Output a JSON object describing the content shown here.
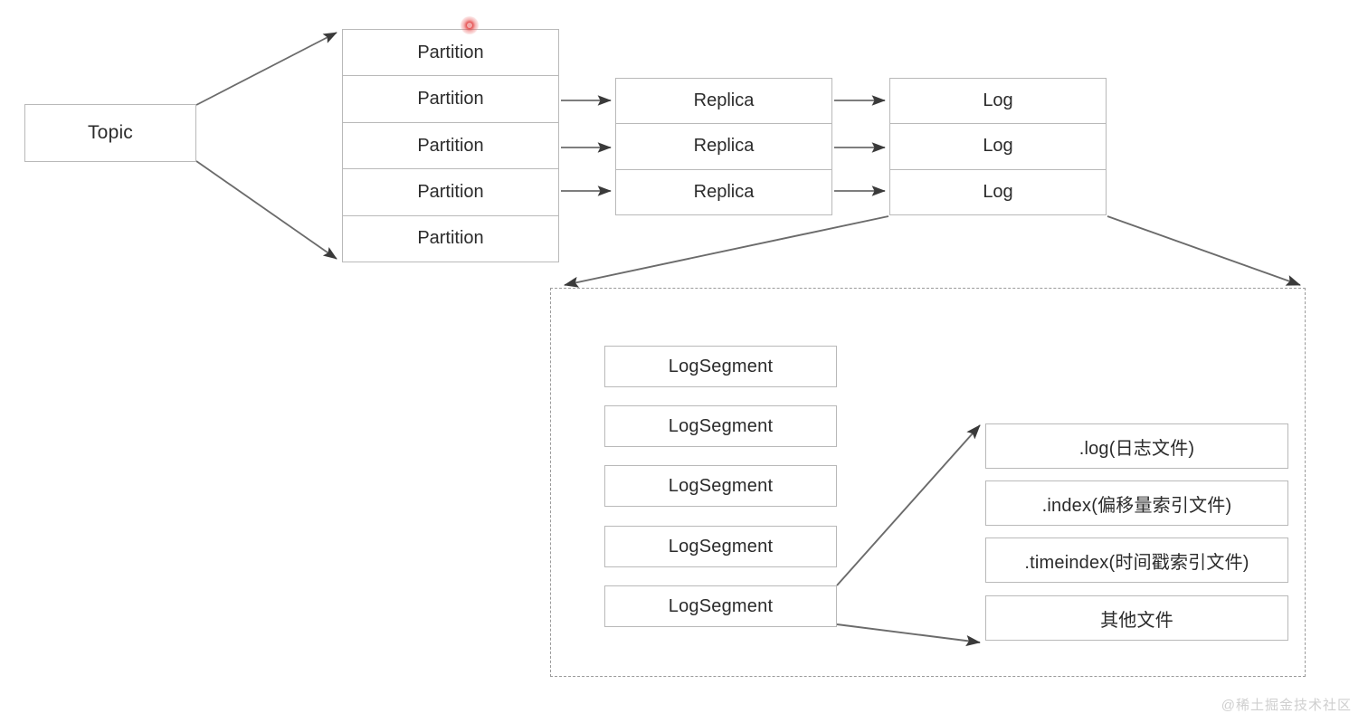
{
  "diagram": {
    "title": "Kafka Topic / Partition / Replica / Log structure",
    "background_color": "#ffffff",
    "box_border_color": "#b9b9b9",
    "edge_color": "#4a4a4a",
    "dashed_border_color": "#9a9a9a",
    "cursor_color": "#e03030",
    "topic": {
      "label": "Topic"
    },
    "partitions": {
      "items": [
        {
          "label": "Partition"
        },
        {
          "label": "Partition"
        },
        {
          "label": "Partition"
        },
        {
          "label": "Partition"
        },
        {
          "label": "Partition"
        }
      ]
    },
    "replicas": {
      "items": [
        {
          "label": "Replica"
        },
        {
          "label": "Replica"
        },
        {
          "label": "Replica"
        }
      ]
    },
    "logs": {
      "items": [
        {
          "label": "Log"
        },
        {
          "label": "Log"
        },
        {
          "label": "Log"
        }
      ]
    },
    "log_segments": {
      "items": [
        {
          "label": "LogSegment"
        },
        {
          "label": "LogSegment"
        },
        {
          "label": "LogSegment"
        },
        {
          "label": "LogSegment"
        },
        {
          "label": "LogSegment"
        }
      ]
    },
    "segment_files": {
      "items": [
        {
          "label": ".log(日志文件)"
        },
        {
          "label": ".index(偏移量索引文件)"
        },
        {
          "label": ".timeindex(时间戳索引文件)"
        },
        {
          "label": "其他文件"
        }
      ]
    },
    "watermark": {
      "label": "@稀土掘金技术社区"
    }
  }
}
